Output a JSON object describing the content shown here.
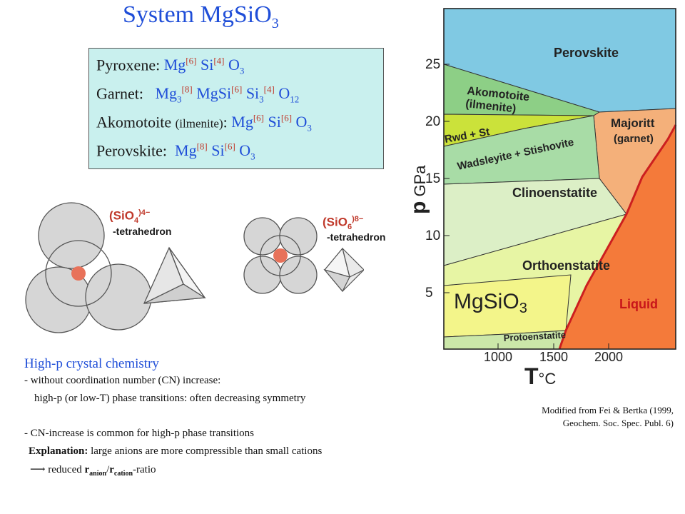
{
  "title": {
    "text": "System MgSiO",
    "sub": "3"
  },
  "formulas": [
    {
      "name": "Pyroxene",
      "sep": ":"
    },
    {
      "name": "Garnet",
      "sep": ":"
    },
    {
      "name": "Akomotoite",
      "note": "(ilmenite)",
      "sep": ":"
    },
    {
      "name": "Perovskite",
      "sep": ":"
    }
  ],
  "polyhedra": {
    "tetra_label": "(SiO",
    "tetra_sub": "4",
    "tetra_sup": ")4−",
    "tetra_caption": "-tetrahedron",
    "octa_label": "(SiO",
    "octa_sub": "6",
    "octa_sup": ")8−",
    "octa_caption": "-tetrahedron"
  },
  "chemistry": {
    "heading": "High-p crystal chemistry",
    "line1": "- without coordination number (CN) increase:",
    "line2": "high-p (or low-T) phase transitions: often decreasing symmetry",
    "line3": "- CN-increase is common for high-p phase transitions",
    "line4_bold": "Explanation:",
    "line4_rest": " large anions are more compressible than small cations",
    "line5_arrow": "⟶",
    "line5_a": " reduced ",
    "line5_r1": "r",
    "line5_r1sub": "anion",
    "line5_slash": "/",
    "line5_r2": "r",
    "line5_r2sub": "cation",
    "line5_end": "-ratio"
  },
  "phase_diagram": {
    "y_axis_label_bold": "p",
    "y_axis_label_rest": " GPa",
    "x_axis_label_bold": "T",
    "x_axis_label_rest": "°C",
    "y_ticks": [
      "5",
      "10",
      "15",
      "20",
      "25"
    ],
    "x_ticks": [
      "1000",
      "1500",
      "2000"
    ],
    "fields": {
      "perovskite": "Perovskite",
      "akomotoite_1": "Akomotoite",
      "akomotoite_2": "(ilmenite)",
      "majoritt_1": "Majoritt",
      "majoritt_2": "(garnet)",
      "rwd": "Rwd + St",
      "wadsleyite": "Wadsleyite + Stishovite",
      "clinoenstatite": "Clinoenstatite",
      "orthoenstatite": "Orthoenstatite",
      "mgsio3": "MgSiO",
      "mgsio3_sub": "3",
      "liquid": "Liquid",
      "protoenstatite": "Protoenstatite"
    },
    "colors": {
      "perovskite": "#80c9e3",
      "akomotoite": "#8dcf86",
      "majoritt": "#f4b07a",
      "rwd": "#cbe23a",
      "wadsleyite": "#a8dca6",
      "clinoenstatite": "#dcefc6",
      "orthoenstatite": "#e7f5a4",
      "mgsio3": "#f3f58a",
      "liquid": "#f47a3a",
      "protoenstatite": "#cbe7a9"
    }
  },
  "credit": {
    "line1": "Modified from Fei & Bertka (1999,",
    "line2": "Geochem. Soc. Spec. Publ. 6)"
  }
}
